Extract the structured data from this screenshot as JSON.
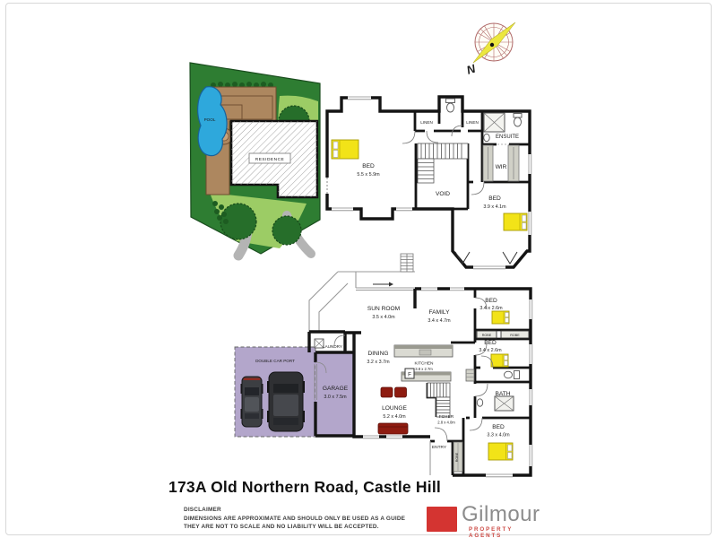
{
  "site_plan": {
    "pool": "POOL",
    "residence": "RESIDENCE"
  },
  "compass": {
    "north": "N"
  },
  "upper_floor": {
    "bed_main": {
      "name": "BED",
      "dims": "5.5 x 5.9m"
    },
    "linen_left": {
      "name": "LINEN"
    },
    "linen_right": {
      "name": "LINEN"
    },
    "ensuite": {
      "name": "ENSUITE"
    },
    "wir": {
      "name": "WIR"
    },
    "void": {
      "name": "VOID"
    },
    "bed_rear": {
      "name": "BED",
      "dims": "3.9 x 4.1m"
    }
  },
  "lower_floor": {
    "sun_room": {
      "name": "SUN ROOM",
      "dims": "3.5 x 4.0m"
    },
    "family": {
      "name": "FAMILY",
      "dims": "3.4 x 4.7m"
    },
    "bed_top": {
      "name": "BED",
      "dims": "3.4 x 2.6m"
    },
    "robe_left": {
      "name": "ROBE"
    },
    "robe_right": {
      "name": "ROBE"
    },
    "bed_mid": {
      "name": "BED",
      "dims": "3.4 x 2.6m"
    },
    "dining": {
      "name": "DINING",
      "dims": "3.2 x 3.7m"
    },
    "kitchen": {
      "name": "KITCHEN",
      "dims": "3.8 x 2.7m"
    },
    "fridge": "F",
    "laundry": "LAUNDRY",
    "garage": {
      "name": "GARAGE",
      "dims": "3.0 x 7.5m"
    },
    "carport": {
      "name": "DOUBLE CAR PORT"
    },
    "lounge": {
      "name": "LOUNGE",
      "dims": "5.2 x 4.0m"
    },
    "foyer": {
      "name": "FOYER",
      "dims": "2.8 x 4.0m"
    },
    "entry": "ENTRY",
    "robe_entry": "ROBE",
    "bath": {
      "name": "BATH"
    },
    "bed_rear": {
      "name": "BED",
      "dims": "3.3 x 4.0m"
    }
  },
  "footer": {
    "address": "173A Old Northern Road, Castle Hill",
    "disclaimer_title": "DISCLAIMER",
    "disclaimer_line1": "DIMENSIONS ARE APPROXIMATE AND SHOULD ONLY BE USED AS A GUIDE",
    "disclaimer_line2": "THEY ARE NOT TO SCALE AND NO LIABILITY WILL BE ACCEPTED."
  },
  "logo": {
    "name": "Gilmour",
    "tagline": "PROPERTY AGENTS"
  },
  "colors": {
    "bed_yellow": "#f2e318",
    "garage_purple": "#b3a6cb",
    "sofa_red": "#8e1b10",
    "lot_green": "#2e7d32",
    "grass_light": "#9ccc65",
    "patio_brown": "#ad875f",
    "pool_blue": "#2ea8dc",
    "logo_red": "#d43431"
  }
}
